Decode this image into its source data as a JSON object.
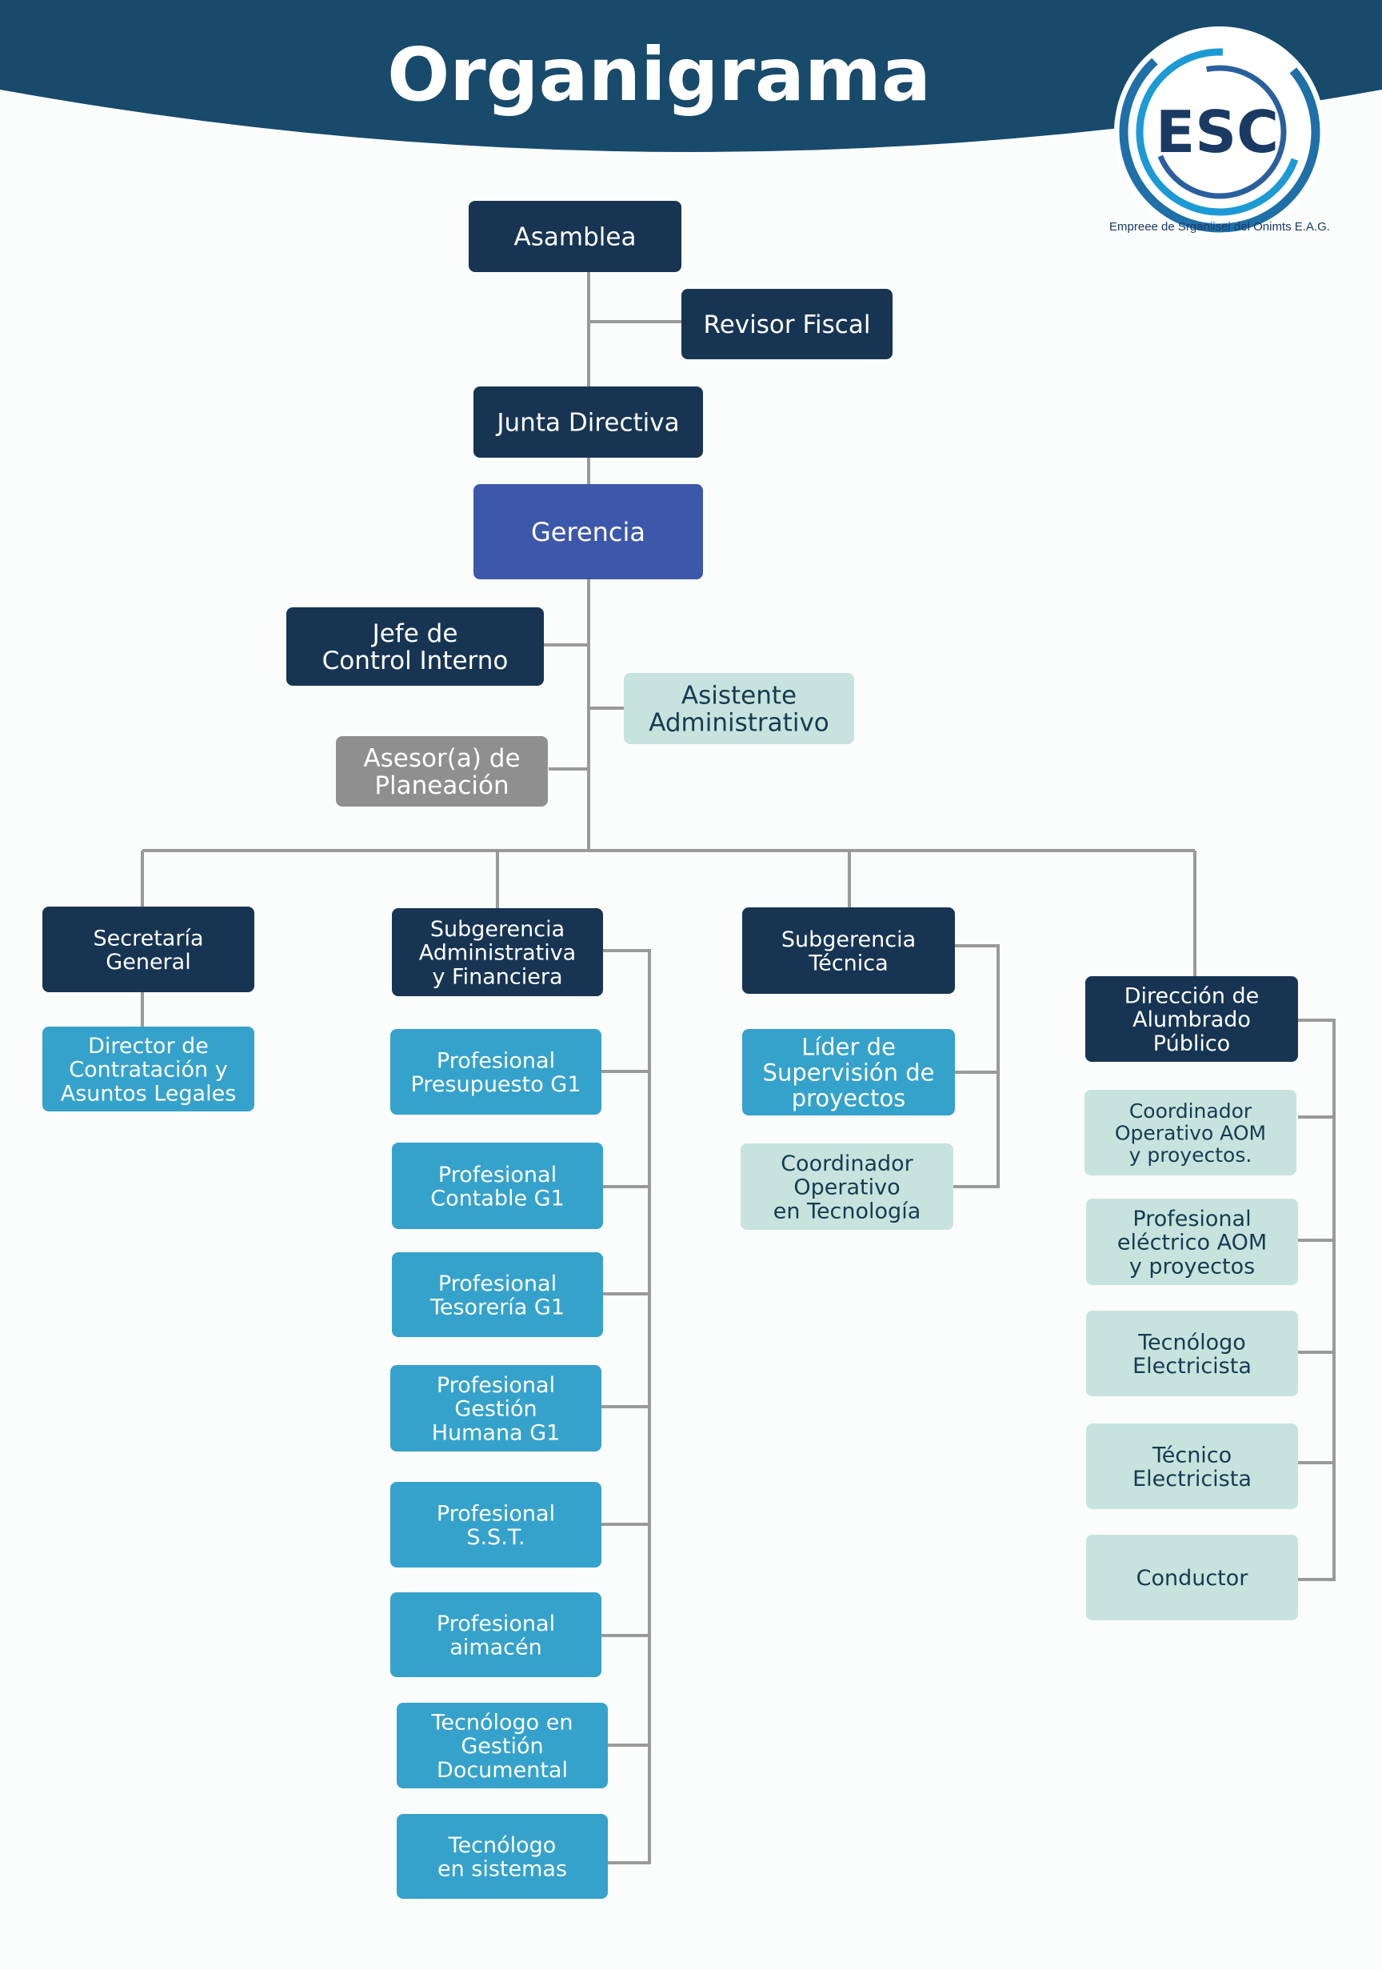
{
  "header": {
    "title": "Organigrama"
  },
  "logo": {
    "mark": "ESC",
    "ring_text": "Empreee de Srganiisei del Onimts E.A.G."
  },
  "colors": {
    "header_bg": "#174a6b",
    "dark_navy": "#173553",
    "gerencia_blue": "#3d58aa",
    "light_teal": "#c8e3dd",
    "gray": "#8f8f8f",
    "bright_blue": "#35a2cc",
    "connector": "#9a9a9a"
  },
  "nodes": {
    "asamblea": "Asamblea",
    "revisor_fiscal": "Revisor Fiscal",
    "junta_directiva": "Junta Directiva",
    "gerencia": "Gerencia",
    "jefe_control_interno": "Jefe de\nControl Interno",
    "asistente_administrativo": "Asistente\nAdministrativo",
    "asesor_planeacion": "Asesor(a) de\nPlaneación",
    "secretaria_general": "Secretaría\nGeneral",
    "director_contratacion": "Director de\nContratación y\nAsuntos Legales",
    "subgerencia_administrativa": "Subgerencia\nAdministrativa\ny Financiera",
    "profesional_presupuesto": "Profesional\nPresupuesto G1",
    "profesional_contable": "Profesional\nContable G1",
    "profesional_tesoreria": "Profesional\nTesorería G1",
    "profesional_gestion_humana": "Profesional\nGestión\nHumana G1",
    "profesional_sst": "Profesional\nS.S.T.",
    "profesional_almacen": "Profesional\naimacén",
    "tecnologo_gestion_documental": "Tecnólogo en\nGestión\nDocumental",
    "tecnologo_sistemas": "Tecnólogo\nen sistemas",
    "subgerencia_tecnica": "Subgerencia\nTécnica",
    "lider_supervision": "Líder de\nSupervisión de\nproyectos",
    "coordinador_tecnologia": "Coordinador\nOperativo\nen Tecnología",
    "direccion_alumbrado": "Dirección de\nAlumbrado\nPúblico",
    "coordinador_aom": "Coordinador\nOperativo AOM\ny proyectos.",
    "profesional_electrico": "Profesional\neléctrico AOM\ny proyectos",
    "tecnologo_electricista": "Tecnólogo\nElectricista",
    "tecnico_electricista": "Técnico\nElectricista",
    "conductor": "Conductor"
  }
}
